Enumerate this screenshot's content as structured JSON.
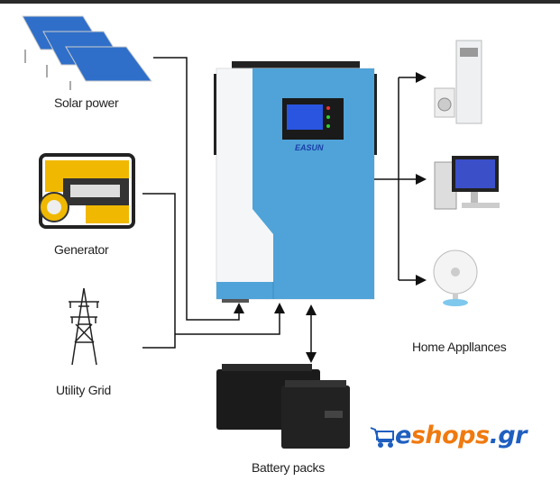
{
  "labels": {
    "solar": "Solar power",
    "generator": "Generator",
    "grid": "Utility Grid",
    "appliances": "Home Appllances",
    "battery": "Battery packs"
  },
  "inverter": {
    "brand": "EASUN",
    "color": "#4fa3d8"
  },
  "logo": {
    "part1": "e",
    "part2": "shops",
    "part3": ".gr",
    "blue": "#1f5fbf",
    "orange": "#f07a10",
    "icon": "shopping-cart-icon"
  }
}
